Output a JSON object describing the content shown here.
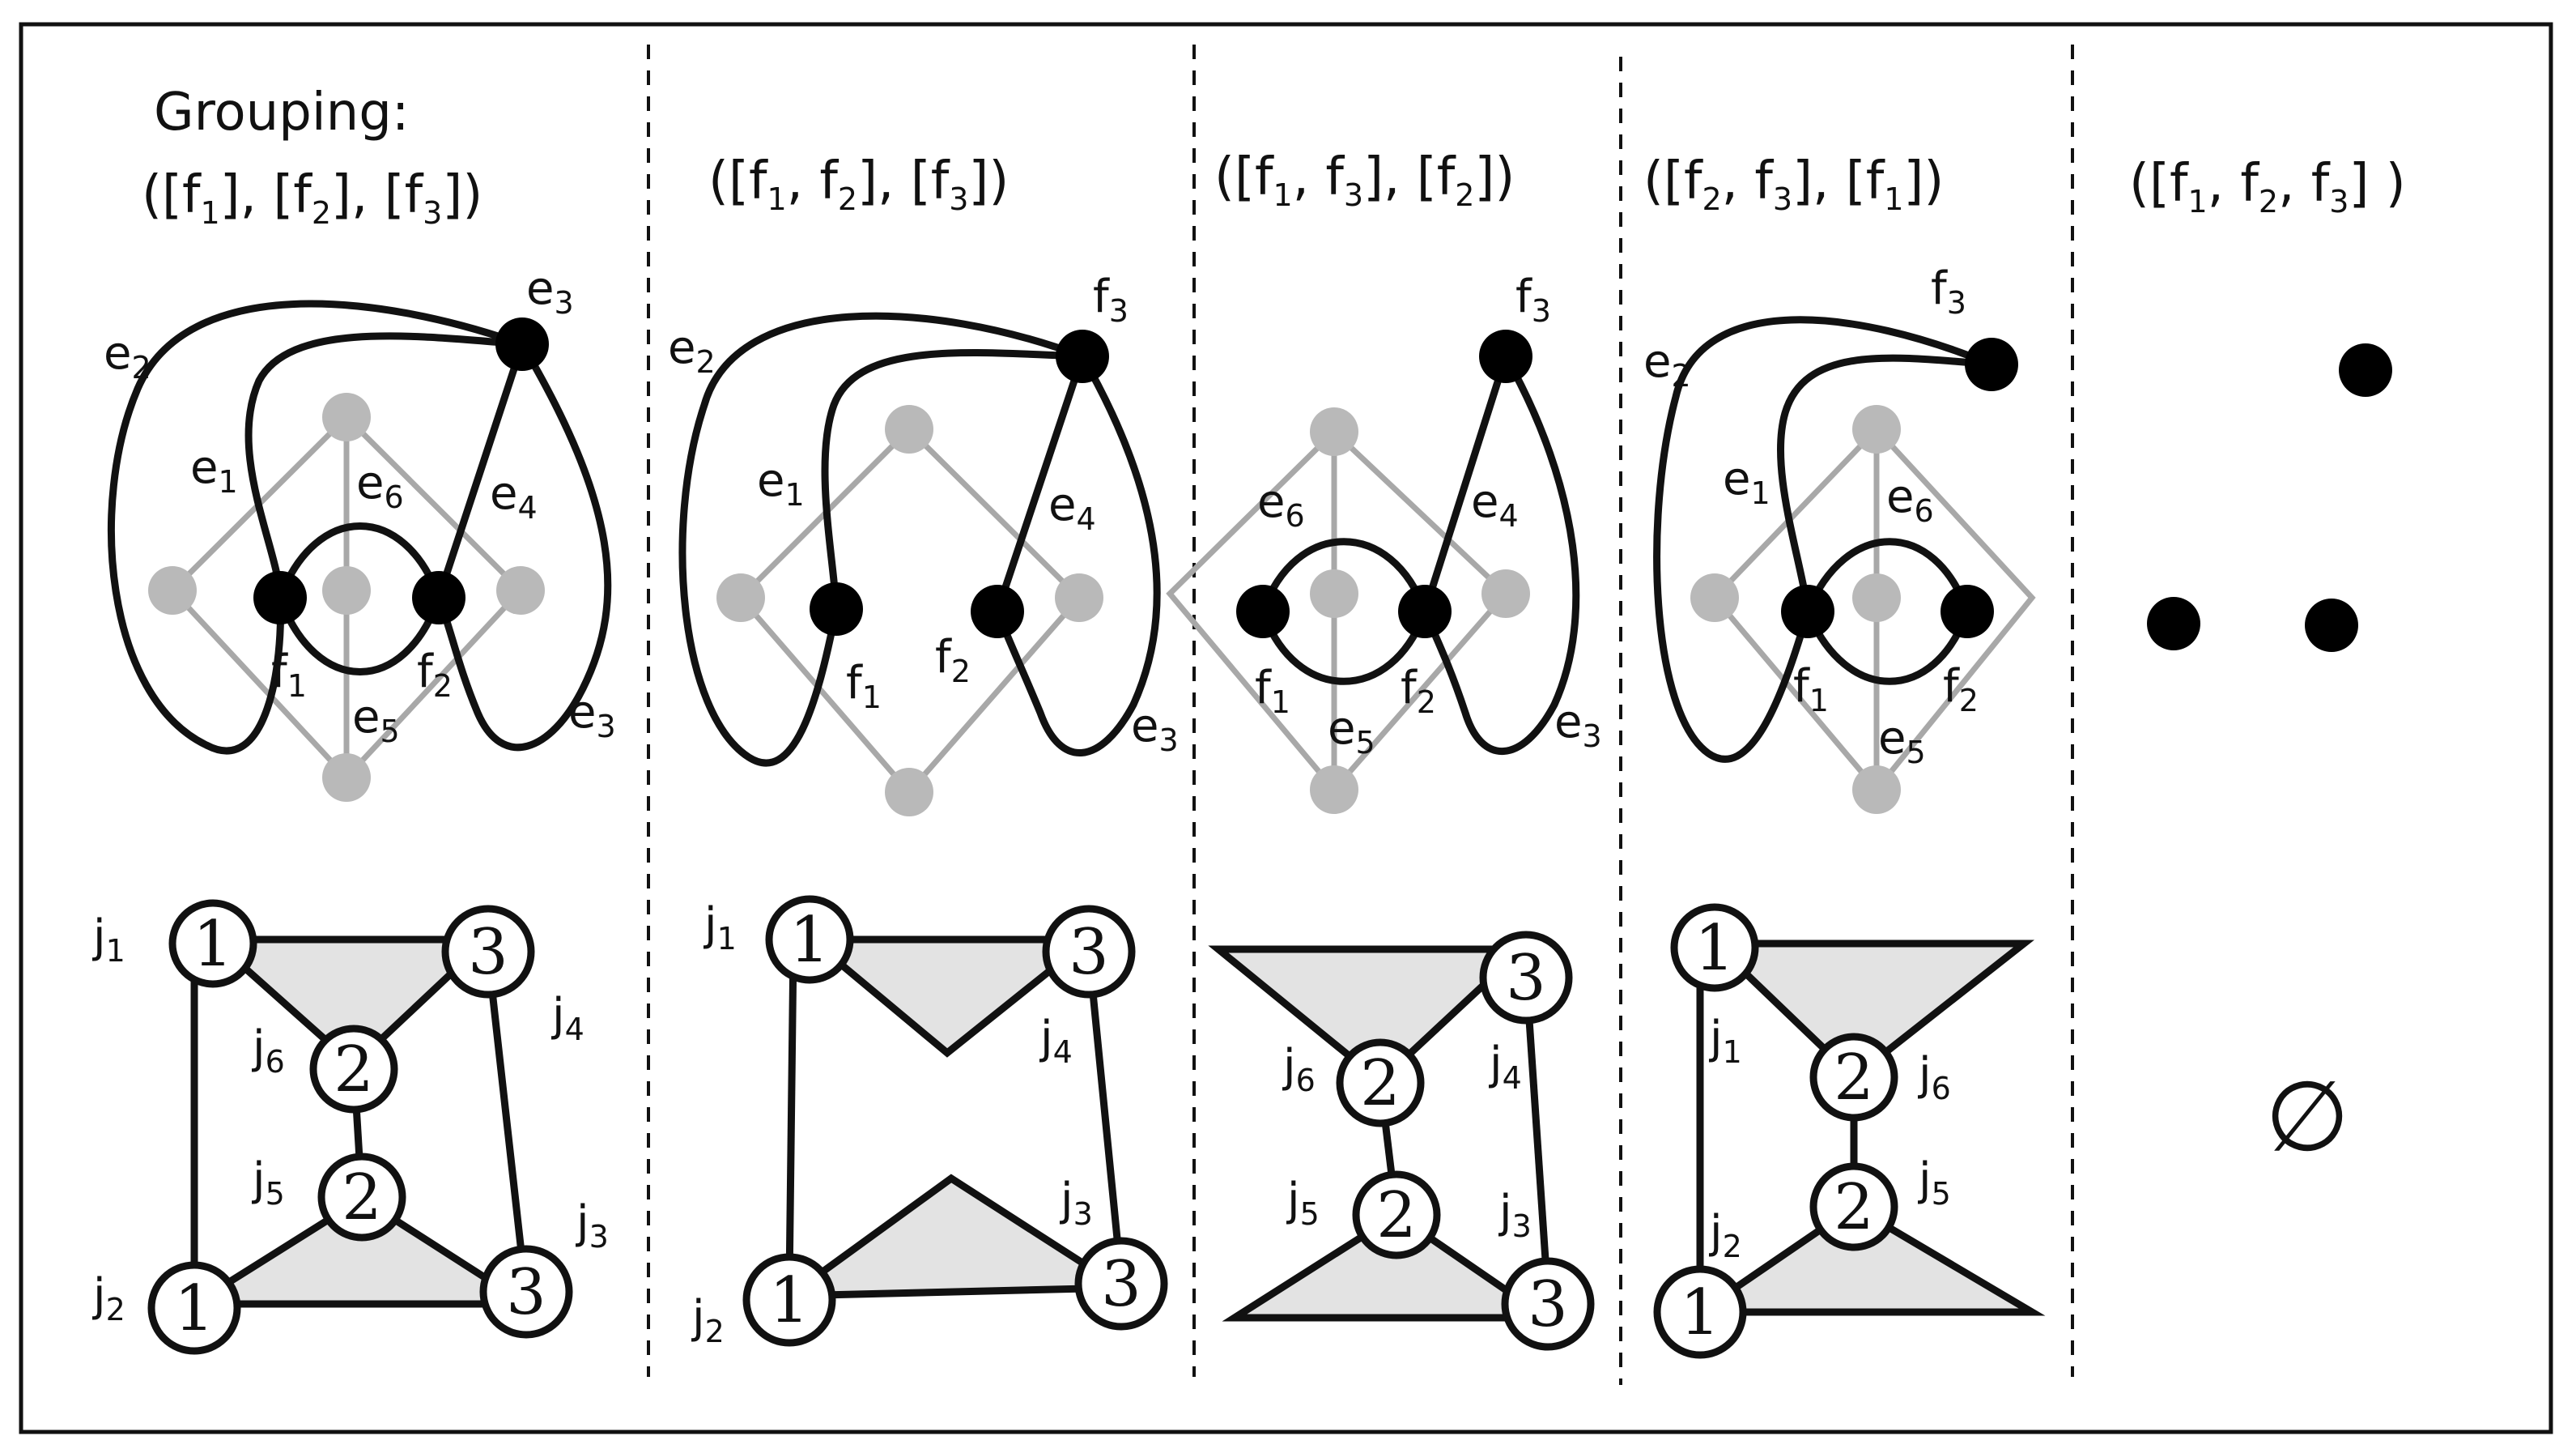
{
  "grouping_label": "Grouping:",
  "panels": [
    {
      "title_parts": [
        "([f",
        "1",
        "], [f",
        "2",
        "], [f",
        "3",
        "])"
      ],
      "labels": {
        "e1": [
          "e",
          "1"
        ],
        "e2": [
          "e",
          "2"
        ],
        "e3a": [
          "e",
          "3"
        ],
        "e3b": [
          "e",
          "3"
        ],
        "e4": [
          "e",
          "4"
        ],
        "e5": [
          "e",
          "5"
        ],
        "e6": [
          "e",
          "6"
        ],
        "f1": [
          "f",
          "1"
        ],
        "f2": [
          "f",
          "2"
        ]
      },
      "jlabels": {
        "j1": [
          "j",
          "1"
        ],
        "j2": [
          "j",
          "2"
        ],
        "j3": [
          "j",
          "3"
        ],
        "j4": [
          "j",
          "4"
        ],
        "j5": [
          "j",
          "5"
        ],
        "j6": [
          "j",
          "6"
        ]
      },
      "nodes": [
        "1",
        "3",
        "2",
        "2",
        "1",
        "3"
      ]
    },
    {
      "title_parts": [
        "([f",
        "1",
        ", f",
        "2",
        "], [f",
        "3",
        "])"
      ],
      "labels": {
        "f3": [
          "f",
          "3"
        ],
        "e1": [
          "e",
          "1"
        ],
        "e2": [
          "e",
          "2"
        ],
        "e4": [
          "e",
          "4"
        ],
        "f1": [
          "f",
          "1"
        ],
        "f2": [
          "f",
          "2"
        ],
        "e3": [
          "e",
          "3"
        ]
      },
      "jlabels": {
        "j1": [
          "j",
          "1"
        ],
        "j4": [
          "j",
          "4"
        ],
        "j3": [
          "j",
          "3"
        ],
        "j2": [
          "j",
          "2"
        ]
      },
      "nodes": [
        "1",
        "3",
        "1",
        "3"
      ]
    },
    {
      "title_parts": [
        "([f",
        "1",
        ", f",
        "3",
        "], [f",
        "2",
        "])"
      ],
      "labels": {
        "f3": [
          "f",
          "3"
        ],
        "e6": [
          "e",
          "6"
        ],
        "e4": [
          "e",
          "4"
        ],
        "f1": [
          "f",
          "1"
        ],
        "e5": [
          "e",
          "5"
        ],
        "f2": [
          "f",
          "2"
        ],
        "e3": [
          "e",
          "3"
        ]
      },
      "jlabels": {
        "j6": [
          "j",
          "6"
        ],
        "j4": [
          "j",
          "4"
        ],
        "j5": [
          "j",
          "5"
        ],
        "j3": [
          "j",
          "3"
        ]
      },
      "nodes": [
        "3",
        "2",
        "2",
        "3"
      ]
    },
    {
      "title_parts": [
        "([f",
        "2",
        ", f",
        "3",
        "], [f",
        "1",
        "])"
      ],
      "labels": {
        "f3": [
          "f",
          "3"
        ],
        "e2": [
          "e",
          "2"
        ],
        "e1": [
          "e",
          "1"
        ],
        "e6": [
          "e",
          "6"
        ],
        "f1": [
          "f",
          "1"
        ],
        "f2": [
          "f",
          "2"
        ],
        "e5": [
          "e",
          "5"
        ]
      },
      "jlabels": {
        "j1": [
          "j",
          "1"
        ],
        "j6": [
          "j",
          "6"
        ],
        "j5": [
          "j",
          "5"
        ],
        "j2": [
          "j",
          "2"
        ]
      },
      "nodes": [
        "1",
        "2",
        "2",
        "1"
      ]
    },
    {
      "title_parts": [
        "([f",
        "1",
        ", f",
        "2",
        ", f",
        "3",
        "] )"
      ],
      "empty_symbol": "∅"
    }
  ]
}
